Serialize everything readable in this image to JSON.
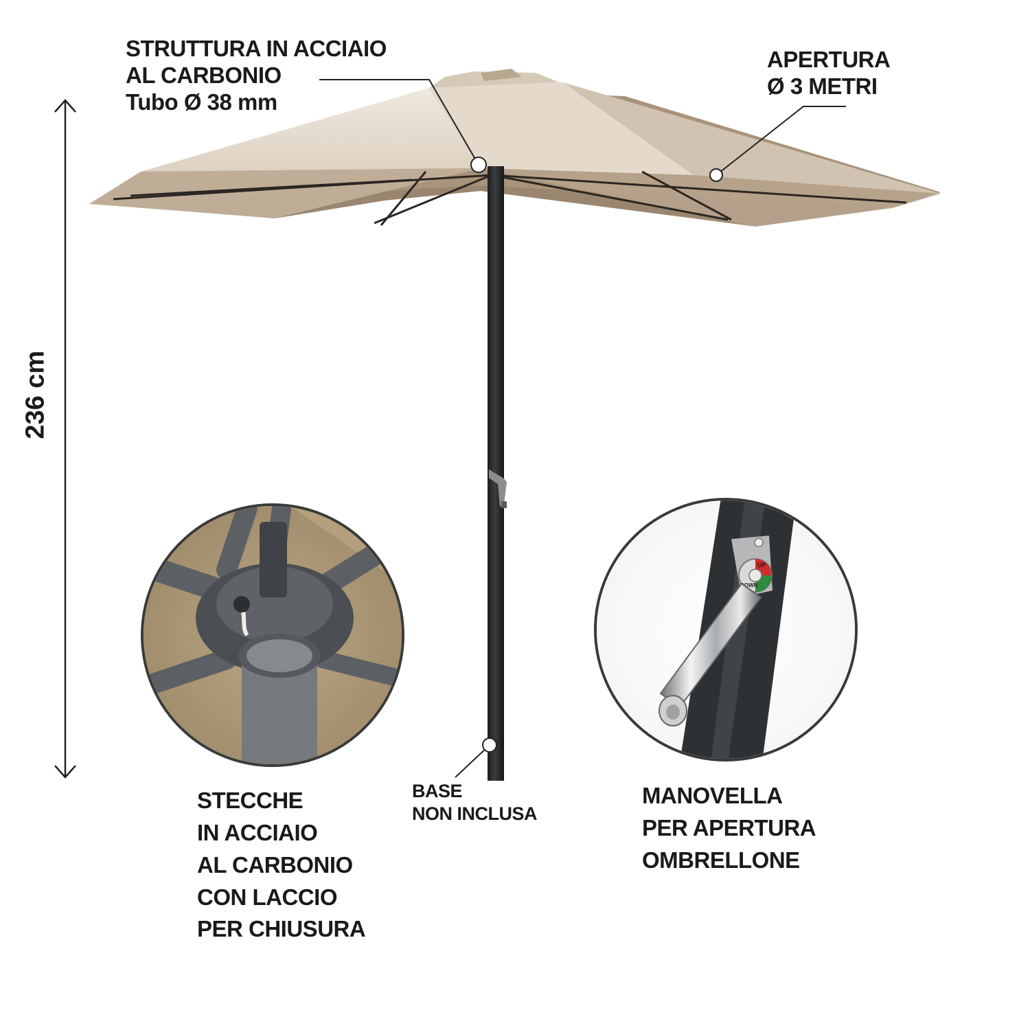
{
  "annotations": {
    "structure": {
      "line1": "STRUTTURA IN ACCIAIO",
      "line2": "AL CARBONIO",
      "line3": "Tubo Ø 38 mm"
    },
    "opening": {
      "line1": "APERTURA",
      "line2": "Ø 3 METRI"
    },
    "height": "236 cm",
    "ribs": {
      "line1": "STECCHE",
      "line2": "IN ACCIAIO",
      "line3": "AL CARBONIO",
      "line4": "CON LACCIO",
      "line5": "PER CHIUSURA"
    },
    "base": {
      "line1": "BASE",
      "line2": "NON INCLUSA"
    },
    "crank": {
      "line1": "MANOVELLA",
      "line2": "PER APERTURA",
      "line3": "OMBRELLONE"
    }
  },
  "crank_dial": {
    "up": "UP",
    "down": "DOWN"
  },
  "colors": {
    "canopy_top": "#e8ded2",
    "canopy_under": "#a8937b",
    "pole": "#2a2c2e",
    "detail_fabric": "#a79272",
    "detail_metal": "#5b5f63"
  }
}
